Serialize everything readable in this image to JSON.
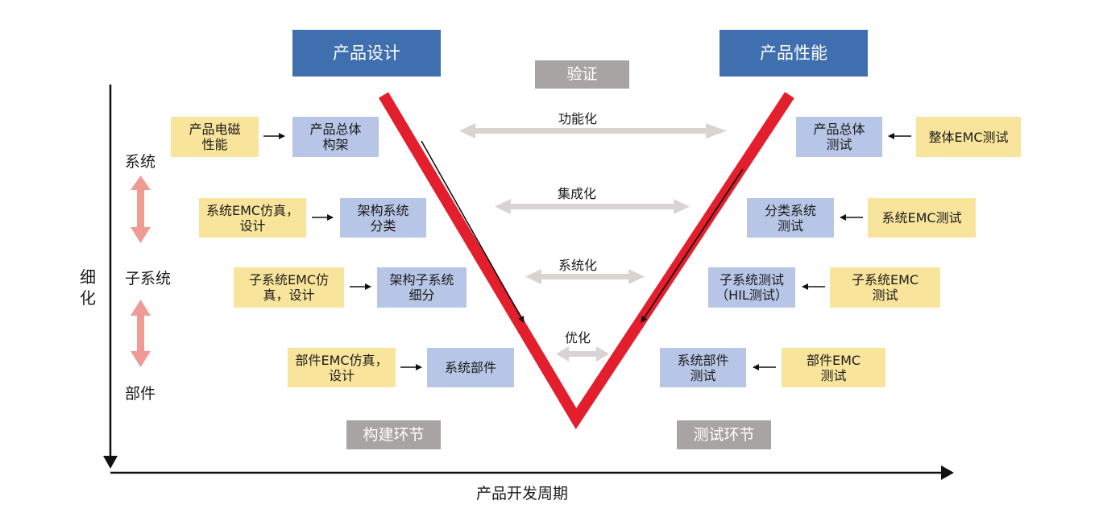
{
  "headers": {
    "design": "产品设计",
    "performance": "产品性能",
    "verify": "验证"
  },
  "levels": {
    "system": "系统",
    "subsystem": "子系统",
    "component": "部件"
  },
  "axis": {
    "y_label": "细化",
    "x_label": "产品开发周期"
  },
  "left": [
    {
      "input": "产品电磁\n性能",
      "output": "产品总体\n构架"
    },
    {
      "input": "系统EMC仿真，\n设计",
      "output": "架构系统\n分类"
    },
    {
      "input": "子系统EMC仿\n真，设计",
      "output": "架构子系统\n细分"
    },
    {
      "input": "部件EMC仿真，\n设计",
      "output": "系统部件"
    }
  ],
  "right": [
    {
      "result": "产品总体\n测试",
      "input": "整体EMC测试"
    },
    {
      "result": "分类系统\n测试",
      "input": "系统EMC测试"
    },
    {
      "result": "子系统测试\n（HIL测试）",
      "input": "子系统EMC\n测试"
    },
    {
      "result": "系统部件\n测试",
      "input": "部件EMC\n测试"
    }
  ],
  "middle": [
    "功能化",
    "集成化",
    "系统化",
    "优化"
  ],
  "phases": {
    "build": "构建环节",
    "test": "测试环节"
  },
  "colors": {
    "v_red": "#e31e2d",
    "header_blue": "#3f6fae",
    "yellow": "#f9e49b",
    "blue_box": "#b7c6e6",
    "gray": "#a9a4a4",
    "pink_arrow": "#f09a96",
    "double_arrow": "#d9d4d2"
  }
}
